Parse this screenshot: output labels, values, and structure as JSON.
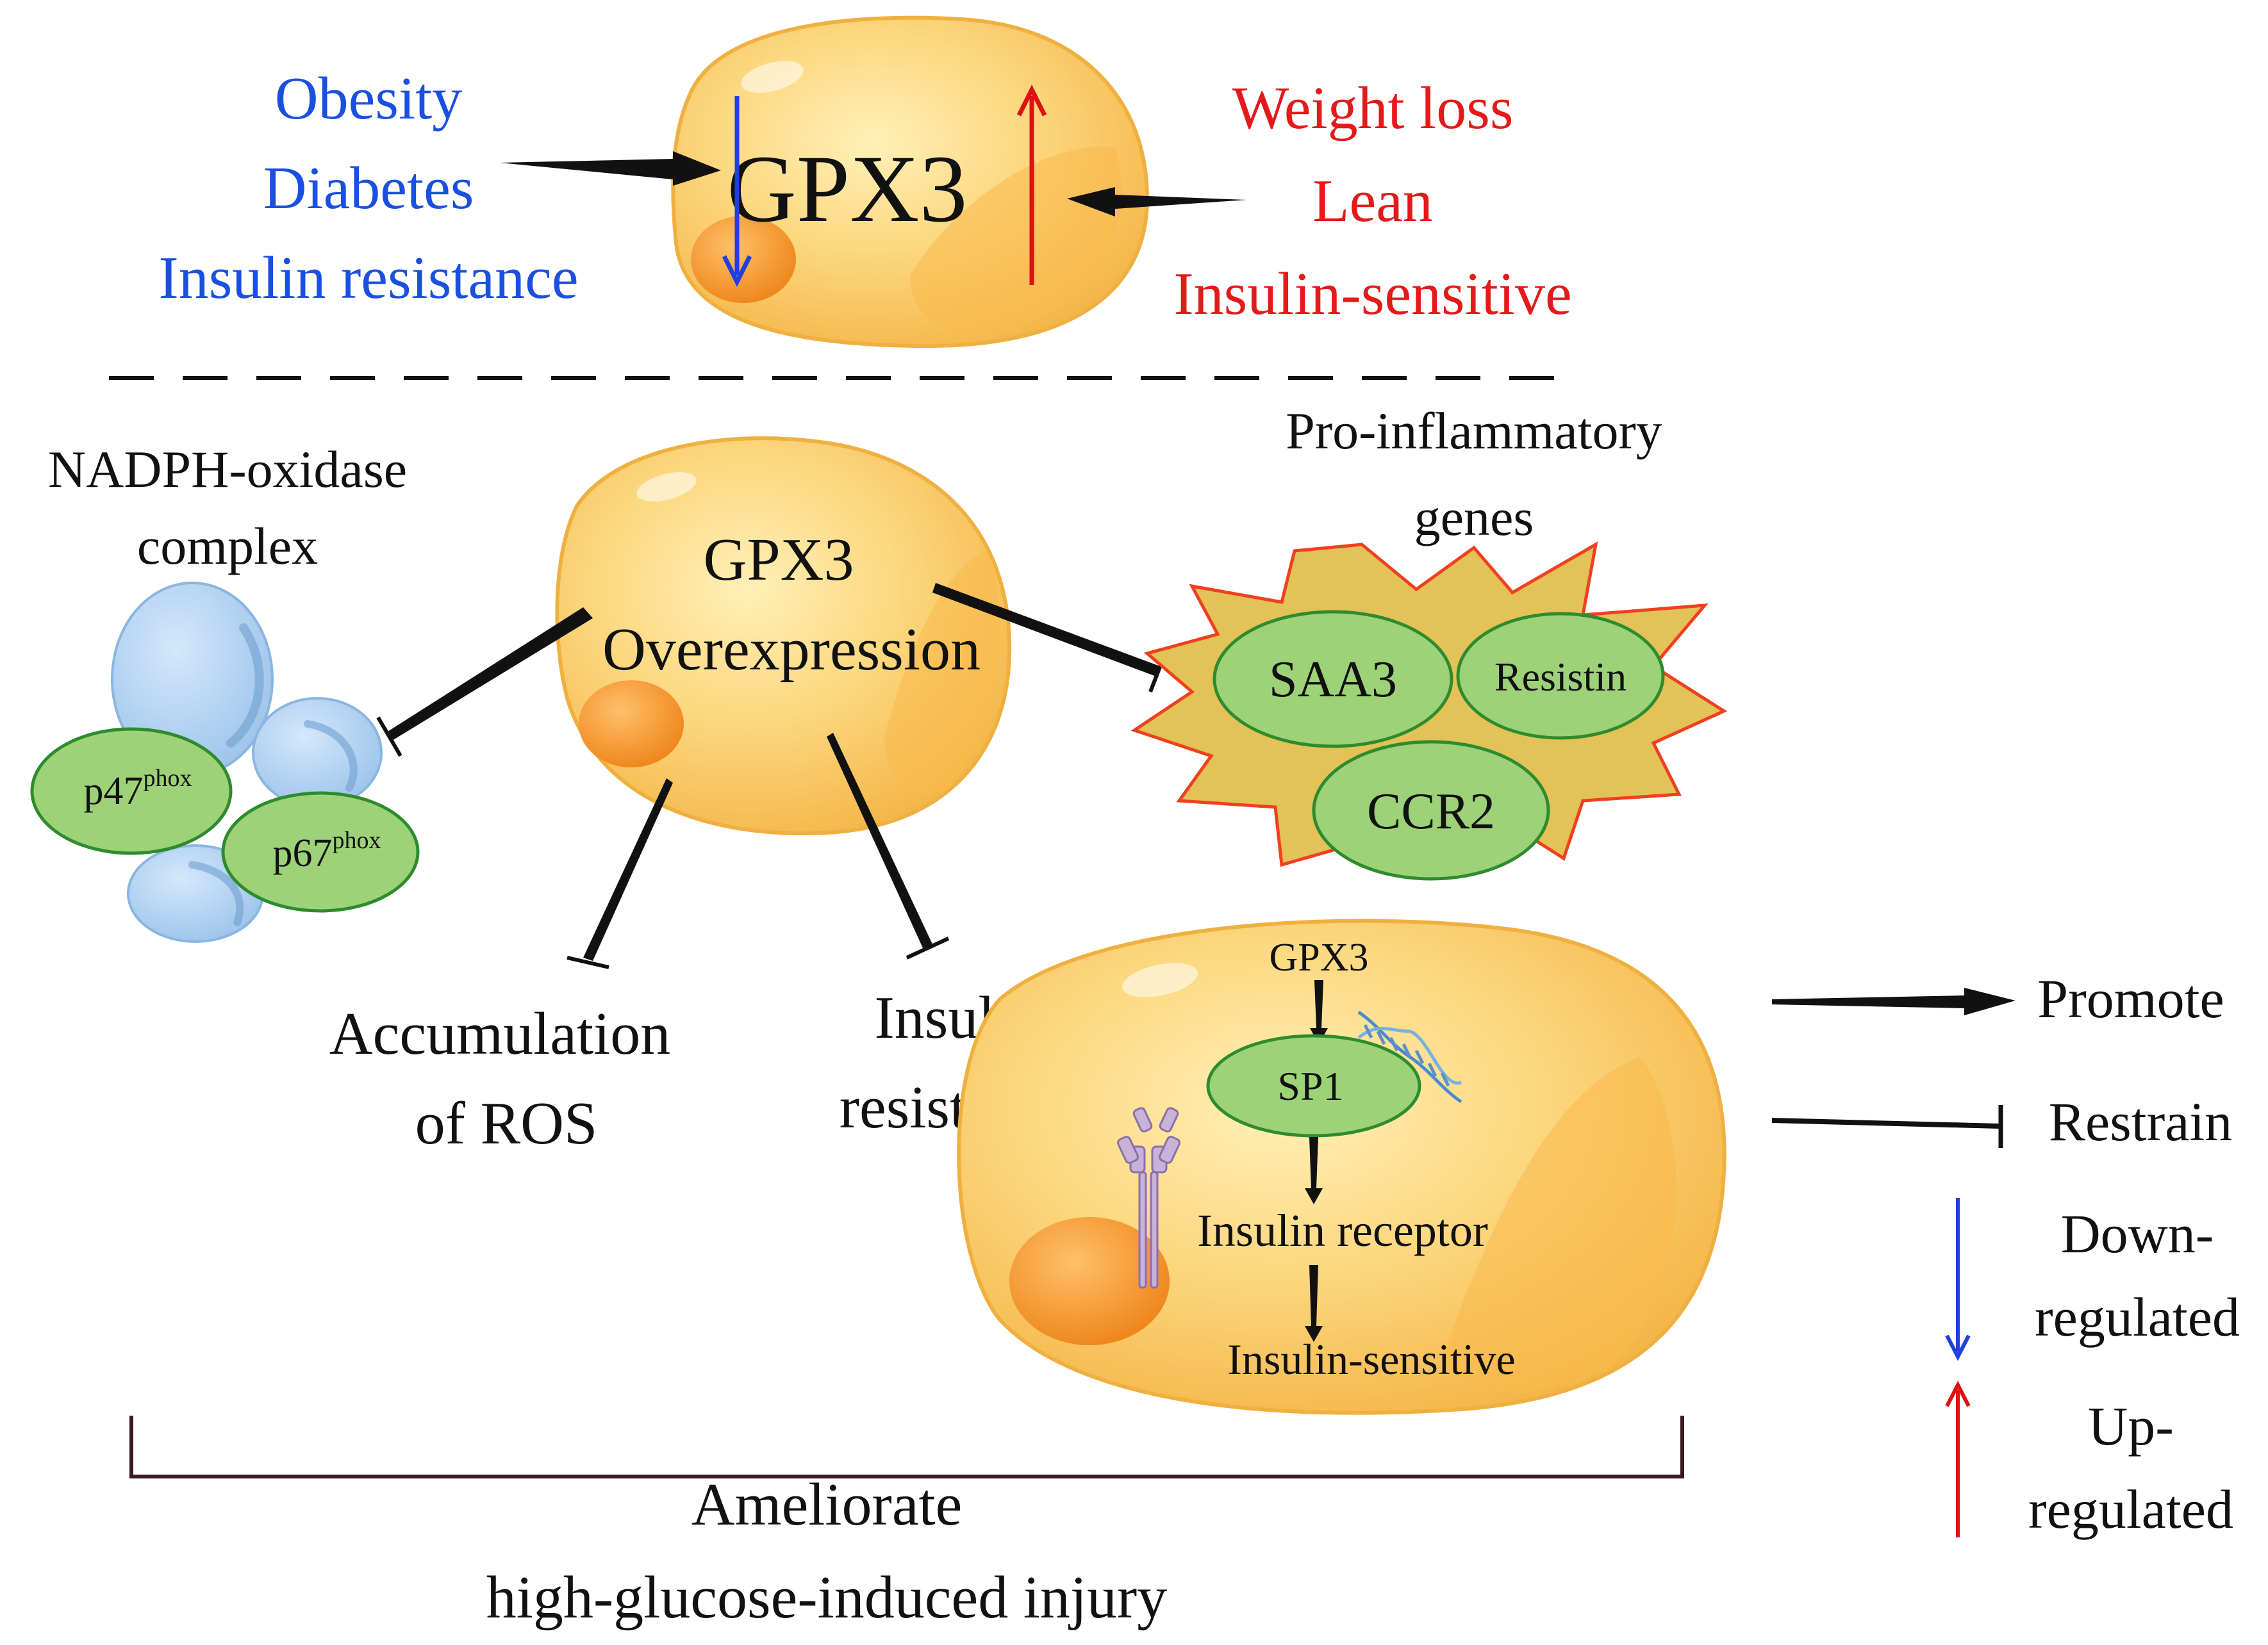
{
  "top": {
    "left_conditions": [
      "Obesity",
      "Diabetes",
      "Insulin resistance"
    ],
    "center_label": "GPX3",
    "right_conditions": [
      "Weight loss",
      "Lean",
      "Insulin-sensitive"
    ]
  },
  "nadph": {
    "title_line1": "NADPH-oxidase",
    "title_line2": "complex",
    "p47_base": "p47",
    "p47_sup": "phox",
    "p67_base": "p67",
    "p67_sup": "phox"
  },
  "overexpression": {
    "line1": "GPX3",
    "line2": "Overexpression"
  },
  "proinflammatory": {
    "title_line1": "Pro-inflammatory",
    "title_line2": "genes",
    "genes": [
      "SAA3",
      "Resistin",
      "CCR2"
    ]
  },
  "ros": {
    "line1": "Accumulation",
    "line2": "of ROS"
  },
  "insulin_resistance": {
    "line1": "Insulin",
    "line2": "resistance"
  },
  "pathway": {
    "gpx3": "GPX3",
    "sp1": "SP1",
    "receptor": "Insulin receptor",
    "sensitive": "Insulin-sensitive"
  },
  "bottom": {
    "line1": "Ameliorate",
    "line2": "high-glucose-induced injury"
  },
  "legend": {
    "promote": "Promote",
    "restrain": "Restrain",
    "down_line1": "Down-",
    "down_line2": "regulated",
    "up_line1": "Up-",
    "up_line2": "regulated"
  },
  "colors": {
    "down": "#1f3fe0",
    "up": "#e01010",
    "text_blue": "#1a50e0",
    "text_red": "#e41a1a",
    "oval_green": "#9ed278",
    "oval_stroke": "#2e8b2e",
    "star_fill": "#e3c257",
    "star_stroke": "#f04020",
    "cell_fill": "#fbc35e",
    "nadph_blue": "#a9cdee",
    "bracket": "#3a1a1a"
  }
}
